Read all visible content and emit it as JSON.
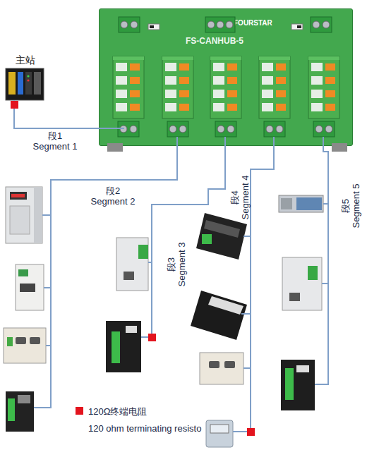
{
  "diagram": {
    "nodes": [
      {
        "text": [
          "FOURSTAR",
          "FS-CANHUB-5"
        ]
      },
      {
        "text": [
          "主站"
        ]
      }
    ],
    "edges": [
      {
        "from": 1,
        "to": 0,
        "arrow": "none"
      }
    ],
    "labels": [
      "段1 Segment 1",
      "段2 Segment 2",
      "段3 Segment 3",
      "段4 Segment 4",
      "段5 Segment 5",
      "120 ohm terminating resisto"
    ],
    "legend": [
      {
        "text": "120Ω终端电阻",
        "color": "#e3141e"
      }
    ]
  }
}
